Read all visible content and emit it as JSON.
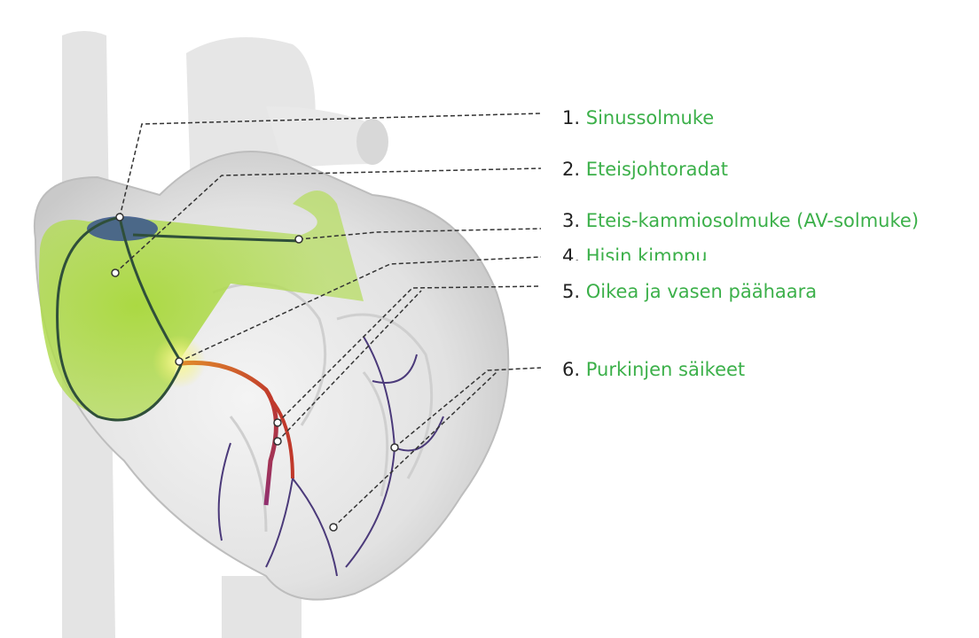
{
  "labels": [
    {
      "number": "1.",
      "text": "Sinussolmuke"
    },
    {
      "number": "2.",
      "text": "Eteisjohtoradat"
    },
    {
      "number": "3.",
      "text": "Eteis-kammiosolmuke (AV-solmuke)"
    },
    {
      "number": "4.",
      "text": "Hisin kimppu"
    },
    {
      "number": "5.",
      "text": "Oikea ja vasen päähaara"
    },
    {
      "number": "6.",
      "text": "Purkinjen säikeet"
    }
  ],
  "colors": {
    "label_text": "#3cb04a",
    "label_number": "#222222",
    "conduction_green": "#9fd43a",
    "sa_node_blue": "#3f5b8c",
    "av_node_yellow": "#f3f06a",
    "bundle_red": "#c0392b",
    "purkinje_purple": "#4b3a7a"
  }
}
